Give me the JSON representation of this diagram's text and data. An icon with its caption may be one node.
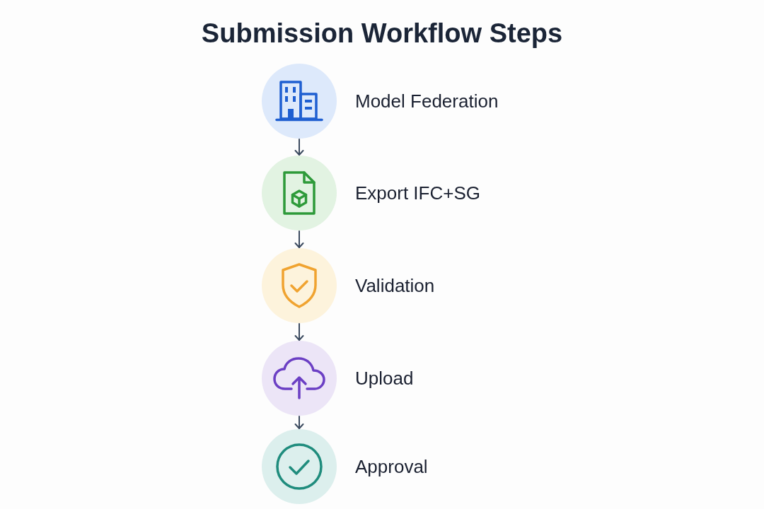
{
  "diagram": {
    "title": "Submission Workflow Steps",
    "nodes": [
      {
        "text": [],
        "shape": "circle",
        "beside": [
          "Model Federation"
        ]
      },
      {
        "text": [],
        "shape": "circle",
        "beside": [
          "Export IFC+SG"
        ]
      },
      {
        "text": [],
        "shape": "circle",
        "beside": [
          "Validation"
        ]
      },
      {
        "text": [],
        "shape": "circle",
        "beside": [
          "Upload"
        ]
      },
      {
        "text": [],
        "shape": "circle",
        "beside": [
          "Approval"
        ]
      }
    ],
    "edges": [
      {
        "from": 0,
        "to": 1,
        "arrow": "to"
      },
      {
        "from": 1,
        "to": 2,
        "arrow": "to"
      },
      {
        "from": 2,
        "to": 3,
        "arrow": "to"
      },
      {
        "from": 3,
        "to": 4,
        "arrow": "to"
      }
    ]
  }
}
